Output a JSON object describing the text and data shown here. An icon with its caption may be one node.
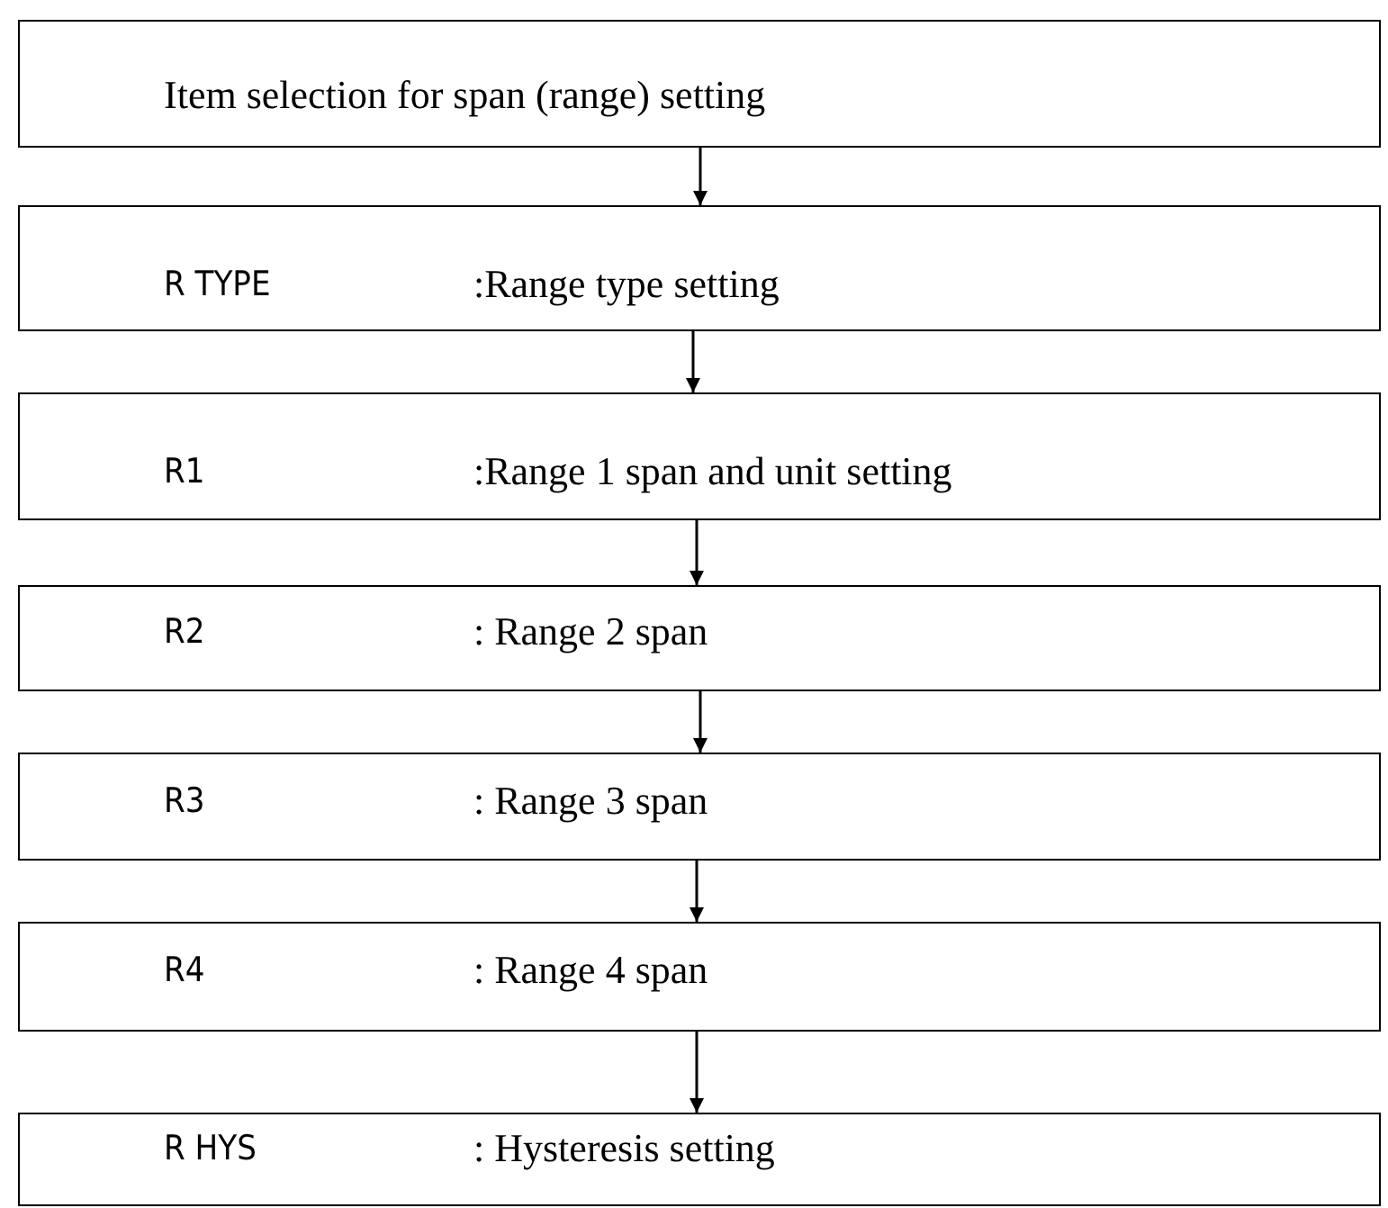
{
  "diagram": {
    "nodes": [
      {
        "text": [
          "Item selection for span (range) setting"
        ]
      },
      {
        "text": [
          "R TYPE",
          ":Range type setting"
        ]
      },
      {
        "text": [
          "R1",
          ":Range 1 span and unit setting"
        ]
      },
      {
        "text": [
          "R2",
          ": Range 2 span"
        ]
      },
      {
        "text": [
          "R3",
          ": Range 3 span"
        ]
      },
      {
        "text": [
          "R4",
          ": Range 4 span"
        ]
      },
      {
        "text": [
          "R HYS",
          ": Hysteresis setting"
        ]
      }
    ],
    "edges": [
      {
        "from": 0,
        "to": 1,
        "arrow": "to"
      },
      {
        "from": 1,
        "to": 2,
        "arrow": "to"
      },
      {
        "from": 2,
        "to": 3,
        "arrow": "to"
      },
      {
        "from": 3,
        "to": 4,
        "arrow": "to"
      },
      {
        "from": 4,
        "to": 5,
        "arrow": "to"
      },
      {
        "from": 5,
        "to": 6,
        "arrow": "to"
      }
    ]
  }
}
